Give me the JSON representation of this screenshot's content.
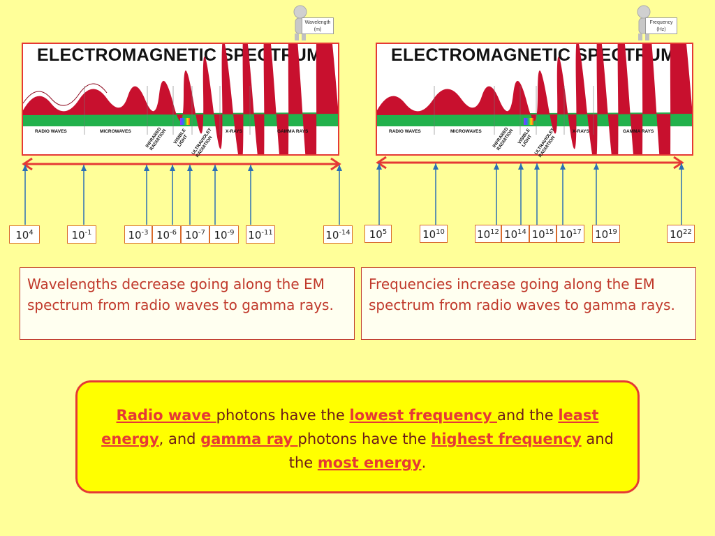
{
  "left_panel": {
    "title": "ELECTROMAGNETIC SPECTRUM",
    "sign_line1": "Wavelength",
    "sign_line2": "(m)",
    "bands": [
      "RADIO WAVES",
      "MICROWAVES",
      "INFRARED",
      "RADIATION",
      "VISIBLE",
      "LIGHT",
      "ULTRAVIOLET",
      "RADIATION",
      "X-RAYS",
      "GAMMA RAYS"
    ],
    "ticks": [
      {
        "base": "10",
        "exp": "4"
      },
      {
        "base": "10",
        "exp": "-1"
      },
      {
        "base": "10",
        "exp": "-3"
      },
      {
        "base": "10",
        "exp": "-6"
      },
      {
        "base": "10",
        "exp": "-7"
      },
      {
        "base": "10",
        "exp": "-9"
      },
      {
        "base": "10",
        "exp": "-11"
      },
      {
        "base": "10",
        "exp": "-14"
      }
    ],
    "note": "Wavelengths decrease going along the EM spectrum from radio waves to gamma rays."
  },
  "right_panel": {
    "title": "ELECTROMAGNETIC SPECTRUM",
    "sign_line1": "Frequency",
    "sign_line2": "(Hz)",
    "bands": [
      "RADIO WAVES",
      "MICROWAVES",
      "INFRARED",
      "RADIATION",
      "VISIBLE",
      "LIGHT",
      "ULTRAVIOLET",
      "RADIATION",
      "X-RAYS",
      "GAMMA RAYS"
    ],
    "ticks": [
      {
        "base": "10",
        "exp": "5"
      },
      {
        "base": "10",
        "exp": "10"
      },
      {
        "base": "10",
        "exp": "12"
      },
      {
        "base": "10",
        "exp": "14"
      },
      {
        "base": "10",
        "exp": "15"
      },
      {
        "base": "10",
        "exp": "17"
      },
      {
        "base": "10",
        "exp": "19"
      },
      {
        "base": "10",
        "exp": "22"
      }
    ],
    "note": "Frequencies increase going along the EM spectrum from radio waves to gamma rays."
  },
  "summary": {
    "p1": "Radio wave ",
    "p2": "photons have the ",
    "p3": "lowest frequency ",
    "p4": "and the ",
    "p5": "least energy",
    "p6": ", and ",
    "p7": "gamma ray ",
    "p8": "photons have the ",
    "p9": "highest frequency",
    "p10": " and the ",
    "p11": "most energy",
    "p12": "."
  },
  "colors": {
    "background": "#ffff99",
    "accent_red": "#e53935",
    "wave_red": "#c8102e",
    "wave_green": "#22b14c",
    "arrow_blue": "#2a6fb5",
    "summary_fill": "#ffff00"
  }
}
